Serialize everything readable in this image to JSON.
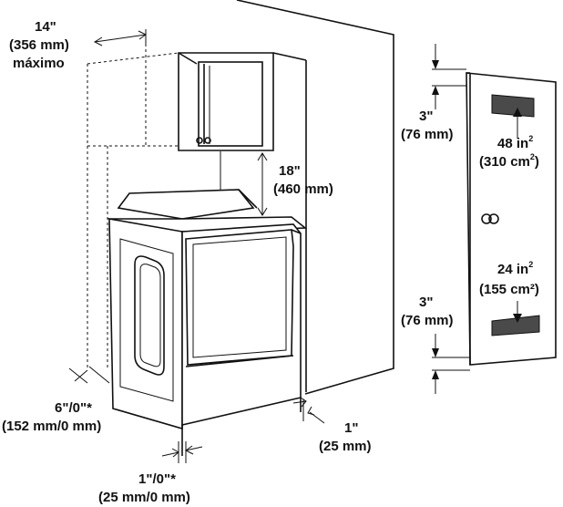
{
  "labels": {
    "cab_width": "14\"",
    "cab_width_mm": "(356 mm)",
    "cab_width_note": "máximo",
    "cab_gap": "18\"",
    "cab_gap_mm": "(460 mm)",
    "side_clear": "6\"/0\"*",
    "side_clear_mm": "(152 mm/0 mm)",
    "front_clear": "1\"/0\"*",
    "front_clear_mm": "(25 mm/0 mm)",
    "back_clear": "1\"",
    "back_clear_mm": "(25 mm)",
    "top_vent_offset": "3\"",
    "top_vent_offset_mm": "(76 mm)",
    "top_vent_area": "48 in",
    "top_vent_area_sup": "2",
    "top_vent_area_cm": "(310 cm",
    "top_vent_area_cm_sup": "2",
    "top_vent_area_cm_close": ")",
    "bottom_vent_offset": "3\"",
    "bottom_vent_offset_mm": "(76 mm)",
    "bottom_vent_area": "24 in",
    "bottom_vent_area_sup": "2",
    "bottom_vent_area_cm": "(155 cm²)"
  }
}
